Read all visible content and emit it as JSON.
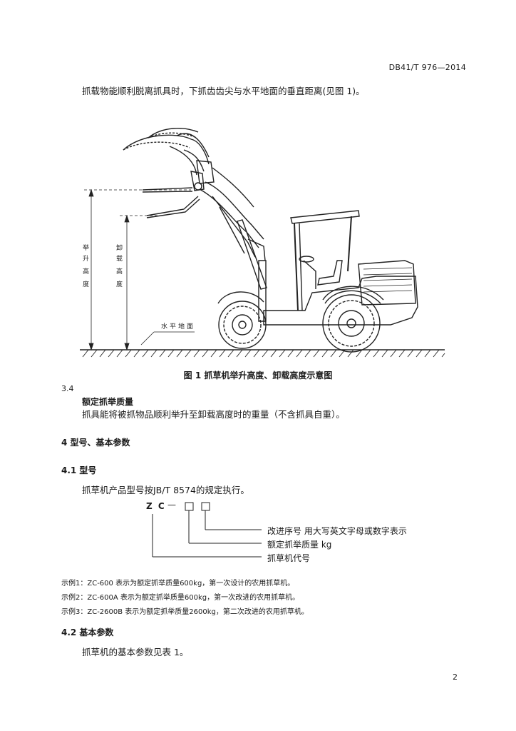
{
  "header": {
    "standard_no": "DB41/T 976—2014"
  },
  "intro_line": "抓载物能顺利脱离抓具时，下抓齿齿尖与水平地面的垂直距离(见图 1)。",
  "figure": {
    "lift_height_label": "举升高度",
    "dump_height_label": "卸载高度",
    "ground_label": "水平地面",
    "caption": "图 1   抓草机举升高度、卸载高度示意图"
  },
  "section_3_4": {
    "number": "3.4",
    "term": "额定抓举质量",
    "definition": "抓具能将被抓物品顺利举升至卸载高度时的重量（不含抓具自重）。"
  },
  "section_4": {
    "title": "4   型号、基本参数"
  },
  "section_4_1": {
    "title": "4.1   型号",
    "body": "抓草机产品型号按JB/T 8574的规定执行。"
  },
  "model_code": {
    "prefix": "Z C",
    "dash": "—",
    "labels": [
      "改进序号   用大写英文字母或数字表示",
      "额定抓举质量 kg",
      "抓草机代号"
    ]
  },
  "examples": [
    "示例1：ZC-600 表示为额定抓举质量600kg，第一次设计的农用抓草机。",
    "示例2：ZC-600A 表示为额定抓举质量600kg，第一次改进的农用抓草机。",
    "示例3：ZC-2600B 表示为额定抓举质量2600kg，第二次改进的农用抓草机。"
  ],
  "section_4_2": {
    "title": "4.2   基本参数",
    "body": "抓草机的基本参数见表 1。"
  },
  "page_number": "2"
}
